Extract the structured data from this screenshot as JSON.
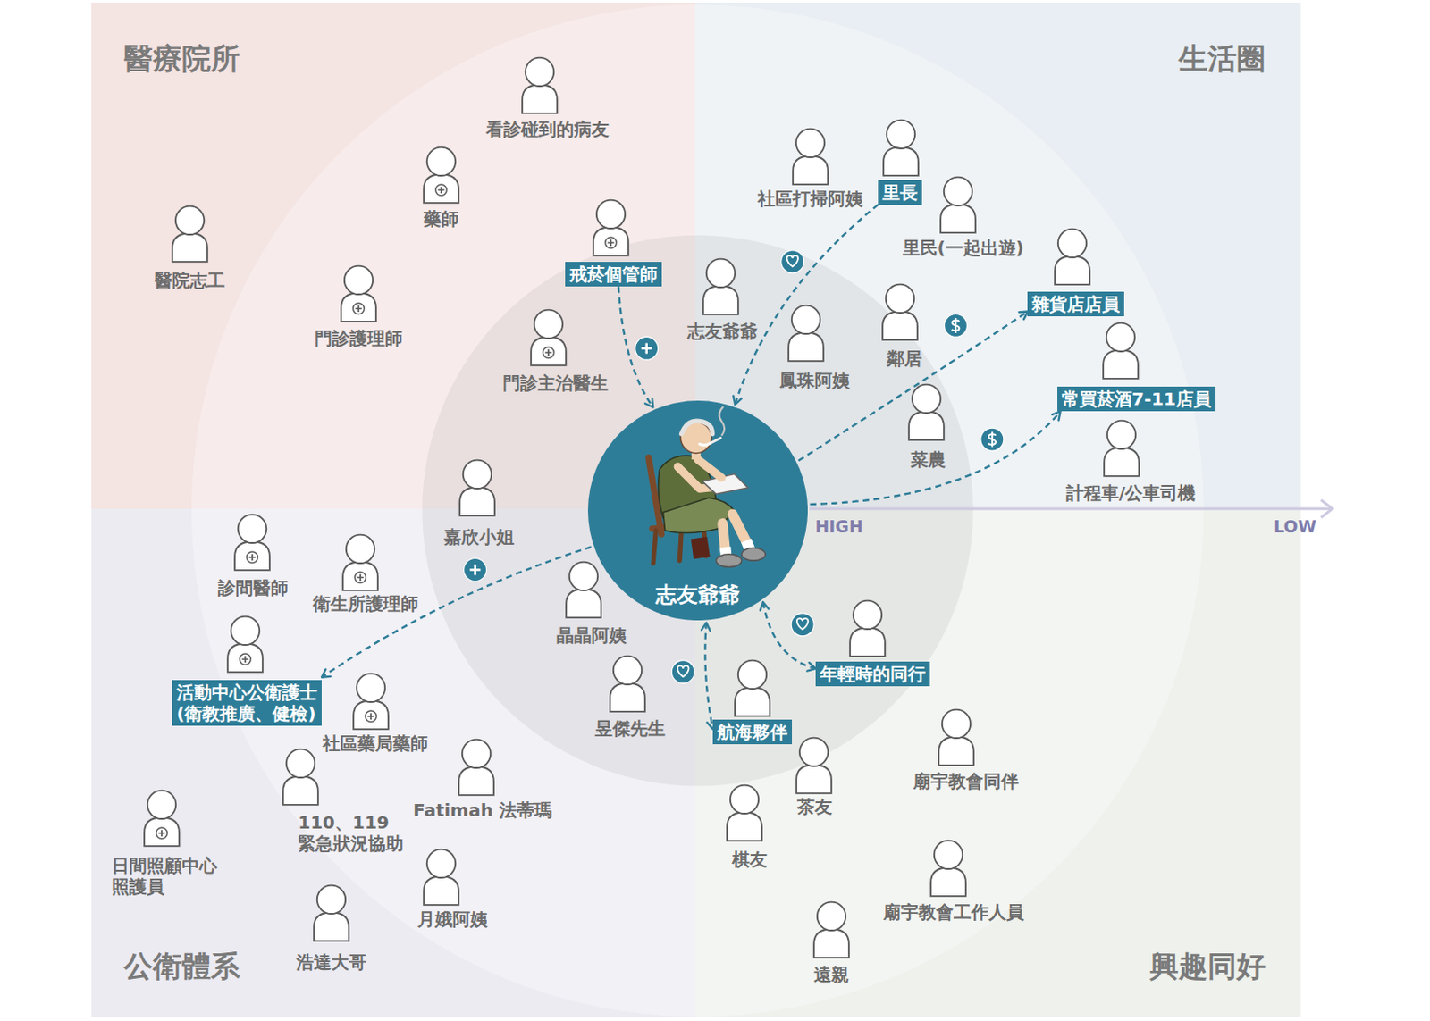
{
  "diagram": {
    "nodes": [
      {
        "text": [
          "醫療院所"
        ]
      },
      {
        "text": [
          "看診碰到的病友"
        ],
        "in": 0
      },
      {
        "text": [
          "藥師"
        ],
        "in": 0
      },
      {
        "text": [
          "醫院志工"
        ],
        "in": 0
      },
      {
        "text": [
          "門診護理師"
        ],
        "in": 0
      },
      {
        "text": [
          "戒菸個管師"
        ],
        "in": 0
      },
      {
        "text": [
          "門診主治醫生"
        ],
        "in": 0
      },
      {
        "text": [
          "生活圈"
        ]
      },
      {
        "text": [
          "社區打掃阿姨"
        ],
        "in": 7
      },
      {
        "text": [
          "里長"
        ],
        "in": 7
      },
      {
        "text": [
          "里民(一起出遊)"
        ],
        "in": 7
      },
      {
        "text": [
          "志友爺爺"
        ],
        "in": 7
      },
      {
        "text": [
          "雜貨店店員"
        ],
        "in": 7
      },
      {
        "text": [
          "鄰居"
        ],
        "in": 7
      },
      {
        "text": [
          "鳳珠阿姨"
        ],
        "in": 7
      },
      {
        "text": [
          "常買菸酒7-11店員"
        ],
        "in": 7
      },
      {
        "text": [
          "菜農"
        ],
        "in": 7
      },
      {
        "text": [
          "計程車/公車司機"
        ],
        "in": 7
      },
      {
        "text": [
          "志友爺爺"
        ]
      },
      {
        "text": [
          "公衛體系"
        ]
      },
      {
        "text": [
          "嘉欣小姐"
        ],
        "in": 19
      },
      {
        "text": [
          "診間醫師"
        ],
        "in": 19
      },
      {
        "text": [
          "衛生所護理師"
        ],
        "in": 19
      },
      {
        "text": [
          "晶晶阿姨"
        ],
        "in": 19
      },
      {
        "text": [
          "活動中心公衛護士 (衛教推廣、健檢)"
        ],
        "in": 19
      },
      {
        "text": [
          "社區藥局藥師"
        ],
        "in": 19
      },
      {
        "text": [
          "昱傑先生"
        ],
        "in": 19
      },
      {
        "text": [
          "110、119 緊急狀況協助"
        ],
        "in": 19
      },
      {
        "text": [
          "Fatimah 法蒂瑪"
        ],
        "in": 19
      },
      {
        "text": [
          "日間照顧中心 照護員"
        ],
        "in": 19
      },
      {
        "text": [
          "月娥阿姨"
        ],
        "in": 19
      },
      {
        "text": [
          "浩達大哥"
        ],
        "in": 19
      },
      {
        "text": [
          "興趣同好"
        ]
      },
      {
        "text": [
          "年輕時的同行"
        ],
        "in": 32
      },
      {
        "text": [
          "航海夥伴"
        ],
        "in": 32
      },
      {
        "text": [
          "茶友"
        ],
        "in": 32
      },
      {
        "text": [
          "廟宇教會同伴"
        ],
        "in": 32
      },
      {
        "text": [
          "棋友"
        ],
        "in": 32
      },
      {
        "text": [
          "廟宇教會工作人員"
        ],
        "in": 32
      },
      {
        "text": [
          "遠親"
        ],
        "in": 32
      }
    ],
    "edges": [
      {
        "from": 5,
        "to": 18,
        "arrow": "to"
      },
      {
        "from": 9,
        "to": 18,
        "arrow": "to"
      },
      {
        "from": 18,
        "to": 12,
        "arrow": "to"
      },
      {
        "from": 18,
        "to": 15,
        "arrow": "to"
      },
      {
        "from": 18,
        "to": 24,
        "arrow": "to"
      },
      {
        "from": 18,
        "to": 33,
        "arrow": "both"
      },
      {
        "from": 18,
        "to": 34,
        "arrow": "both"
      }
    ],
    "labels": [
      "HIGH",
      "LOW"
    ]
  }
}
